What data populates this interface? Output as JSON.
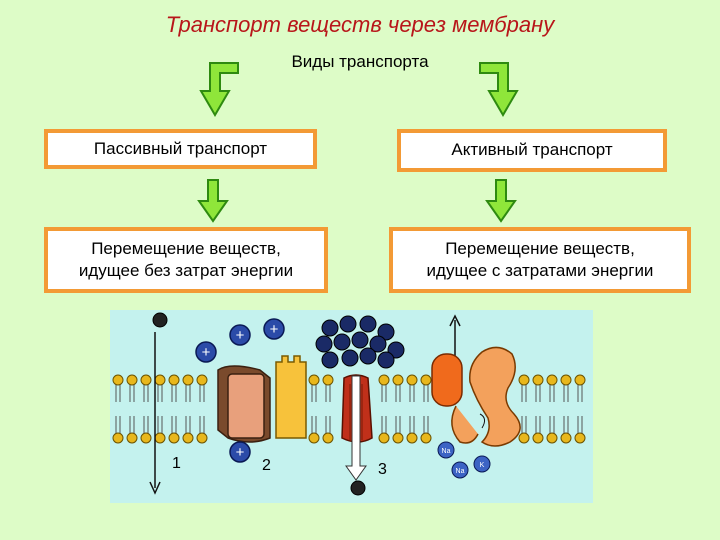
{
  "title": "Транспорт веществ через мембрану",
  "subtitle": "Виды транспорта",
  "passive": {
    "label": "Пассивный транспорт",
    "desc_line1": "Перемещение веществ,",
    "desc_line2": "идущее без затрат энергии"
  },
  "active": {
    "label": "Активный транспорт",
    "desc_line1": "Перемещение веществ,",
    "desc_line2": "идущее с затратами энергии"
  },
  "illustration": {
    "label_1": "1",
    "label_2": "2",
    "label_3": "3",
    "ion_plus": "+",
    "ion_na": "Na",
    "ion_k": "K"
  },
  "colors": {
    "background": "#ddfcc7",
    "title": "#b8161a",
    "box_border": "#f39a35",
    "arrow_fill": "#8fe63a",
    "arrow_stroke": "#2e8a10",
    "scene_bg": "#c4f2ee",
    "lipid_head": "#e8b71c"
  }
}
